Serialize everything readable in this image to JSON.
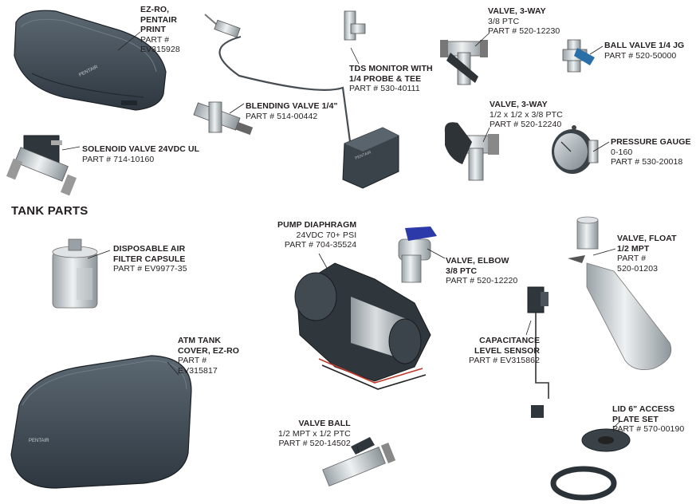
{
  "section_title": "TANK PARTS",
  "parts": {
    "ezro_cover": {
      "name": [
        "EZ-RO,",
        "PENTAIR",
        "PRINT"
      ],
      "lines": [
        "PART #",
        "EV315928"
      ]
    },
    "tds_monitor": {
      "name": [
        "TDS MONITOR WITH",
        "1/4 PROBE & TEE"
      ],
      "lines": [
        "PART # 530-40111"
      ]
    },
    "valve_3way_a": {
      "name": [
        "VALVE, 3-WAY"
      ],
      "lines": [
        "3/8 PTC",
        "PART # 520-12230"
      ]
    },
    "ball_valve": {
      "name": [
        "BALL VALVE 1/4 JG"
      ],
      "lines": [
        "PART # 520-50000"
      ]
    },
    "blending_valve": {
      "name": [
        "BLENDING VALVE 1/4\""
      ],
      "lines": [
        "PART # 514-00442"
      ]
    },
    "valve_3way_b": {
      "name": [
        "VALVE, 3-WAY"
      ],
      "lines": [
        "1/2 x 1/2 x 3/8 PTC",
        "PART # 520-12240"
      ]
    },
    "pressure_gauge": {
      "name": [
        "PRESSURE GAUGE"
      ],
      "lines": [
        "0-160",
        "PART # 530-20018"
      ]
    },
    "solenoid": {
      "name": [
        "SOLENOID VALVE 24VDC UL"
      ],
      "lines": [
        "PART # 714-10160"
      ]
    },
    "pump": {
      "name": [
        "PUMP DIAPHRAGM"
      ],
      "lines": [
        "24VDC 70+ PSI",
        "PART #  704-35524"
      ]
    },
    "filter": {
      "name": [
        "DISPOSABLE AIR",
        "FILTER CAPSULE"
      ],
      "lines": [
        "PART # EV9977-35"
      ]
    },
    "valve_elbow": {
      "name": [
        "VALVE, ELBOW",
        "3/8 PTC"
      ],
      "lines": [
        "PART # 520-12220"
      ]
    },
    "valve_float": {
      "name": [
        "VALVE, FLOAT",
        "1/2 MPT"
      ],
      "lines": [
        "PART #",
        "520-01203"
      ]
    },
    "level_sensor": {
      "name": [
        "CAPACITANCE",
        "LEVEL SENSOR"
      ],
      "lines": [
        "PART # EV315862"
      ]
    },
    "atm_cover": {
      "name": [
        "ATM TANK",
        "COVER, EZ-RO"
      ],
      "lines": [
        "PART #",
        "EV315817"
      ]
    },
    "valve_ball": {
      "name": [
        "VALVE BALL"
      ],
      "lines": [
        "1/2 MPT x 1/2 PTC",
        "PART # 520-14502"
      ]
    },
    "access_plate": {
      "name": [
        "LID 6\" ACCESS",
        "PLATE SET"
      ],
      "lines": [
        "PART # 570-00190"
      ]
    }
  }
}
